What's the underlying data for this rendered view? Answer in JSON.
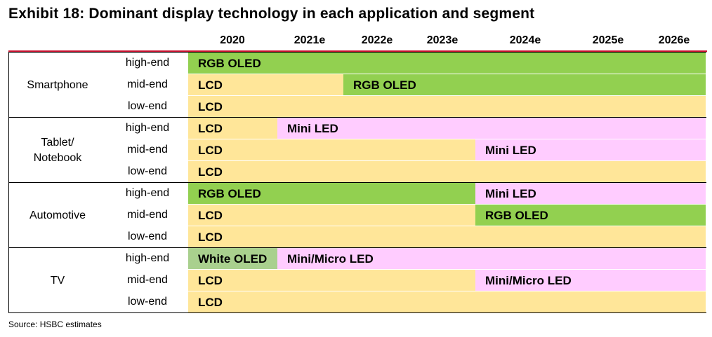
{
  "title": "Exhibit 18: Dominant display technology in each application and segment",
  "source": "Source: HSBC estimates",
  "chart_data": {
    "type": "table",
    "columns": [
      "2020",
      "2021e",
      "2022e",
      "2023e",
      "2024e",
      "2025e",
      "2026e"
    ],
    "colors": {
      "RGB OLED": "#92d050",
      "LCD": "#ffe699",
      "Mini LED": "#ffccff",
      "Mini/Micro LED": "#ffccff",
      "White OLED": "#a9d08e"
    },
    "groups": [
      {
        "name": "Smartphone",
        "rows": [
          {
            "segment": "high-end",
            "spans": [
              {
                "tech": "RGB OLED",
                "from": 0,
                "to": 7
              }
            ]
          },
          {
            "segment": "mid-end",
            "spans": [
              {
                "tech": "LCD",
                "from": 0,
                "to": 2
              },
              {
                "tech": "RGB OLED",
                "from": 2,
                "to": 7
              }
            ]
          },
          {
            "segment": "low-end",
            "spans": [
              {
                "tech": "LCD",
                "from": 0,
                "to": 7
              }
            ]
          }
        ]
      },
      {
        "name": "Tablet/\nNotebook",
        "rows": [
          {
            "segment": "high-end",
            "spans": [
              {
                "tech": "LCD",
                "from": 0,
                "to": 1
              },
              {
                "tech": "Mini LED",
                "from": 1,
                "to": 7
              }
            ]
          },
          {
            "segment": "mid-end",
            "spans": [
              {
                "tech": "LCD",
                "from": 0,
                "to": 4
              },
              {
                "tech": "Mini LED",
                "from": 4,
                "to": 7
              }
            ]
          },
          {
            "segment": "low-end",
            "spans": [
              {
                "tech": "LCD",
                "from": 0,
                "to": 7
              }
            ]
          }
        ]
      },
      {
        "name": "Automotive",
        "rows": [
          {
            "segment": "high-end",
            "spans": [
              {
                "tech": "RGB OLED",
                "from": 0,
                "to": 4
              },
              {
                "tech": "Mini LED",
                "from": 4,
                "to": 7
              }
            ]
          },
          {
            "segment": "mid-end",
            "spans": [
              {
                "tech": "LCD",
                "from": 0,
                "to": 4
              },
              {
                "tech": "RGB OLED",
                "from": 4,
                "to": 7
              }
            ]
          },
          {
            "segment": "low-end",
            "spans": [
              {
                "tech": "LCD",
                "from": 0,
                "to": 7
              }
            ]
          }
        ]
      },
      {
        "name": "TV",
        "rows": [
          {
            "segment": "high-end",
            "spans": [
              {
                "tech": "White OLED",
                "from": 0,
                "to": 1
              },
              {
                "tech": "Mini/Micro LED",
                "from": 1,
                "to": 7
              }
            ]
          },
          {
            "segment": "mid-end",
            "spans": [
              {
                "tech": "LCD",
                "from": 0,
                "to": 4
              },
              {
                "tech": "Mini/Micro LED",
                "from": 4,
                "to": 7
              }
            ]
          },
          {
            "segment": "low-end",
            "spans": [
              {
                "tech": "LCD",
                "from": 0,
                "to": 7
              }
            ]
          }
        ]
      }
    ]
  }
}
